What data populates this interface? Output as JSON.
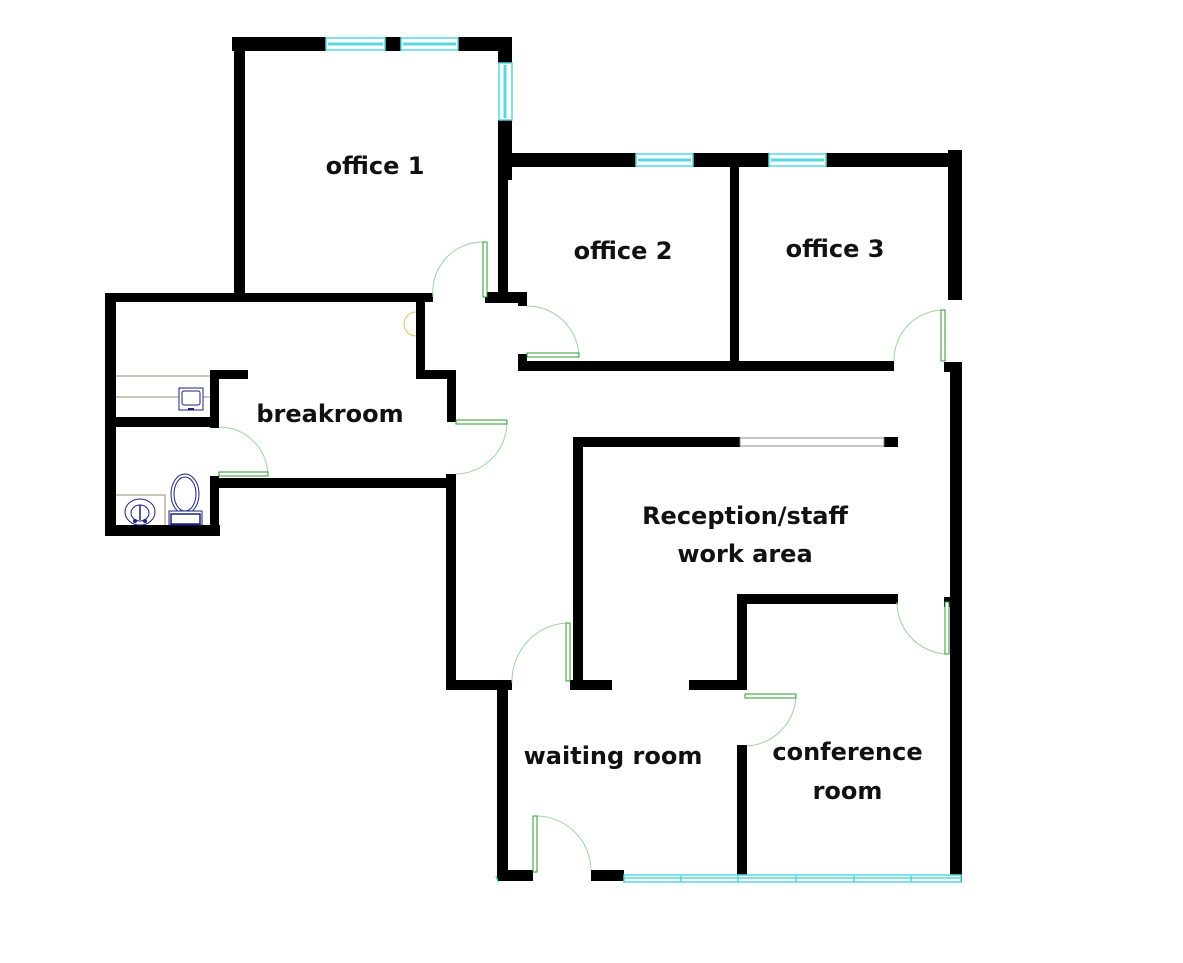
{
  "floorplan": {
    "colors": {
      "wall": "#000000",
      "window": "#55d8e0",
      "door": "#2e9a2e",
      "door_swing": "#9bd69b",
      "fixture": "#1a237e",
      "counter": "#a08a70",
      "sliding": "#888888"
    },
    "rooms": [
      {
        "id": "office-1",
        "label": "office 1"
      },
      {
        "id": "office-2",
        "label": "office 2"
      },
      {
        "id": "office-3",
        "label": "office 3"
      },
      {
        "id": "breakroom",
        "label": "breakroom"
      },
      {
        "id": "reception",
        "label_line1": "Reception/staff",
        "label_line2": "work area"
      },
      {
        "id": "waiting-room",
        "label": "waiting room"
      },
      {
        "id": "conference-room",
        "label_line1": "conference",
        "label_line2": "room"
      }
    ],
    "fixtures": [
      "toilet-icon",
      "sink-icon",
      "kitchen-sink-icon"
    ]
  }
}
